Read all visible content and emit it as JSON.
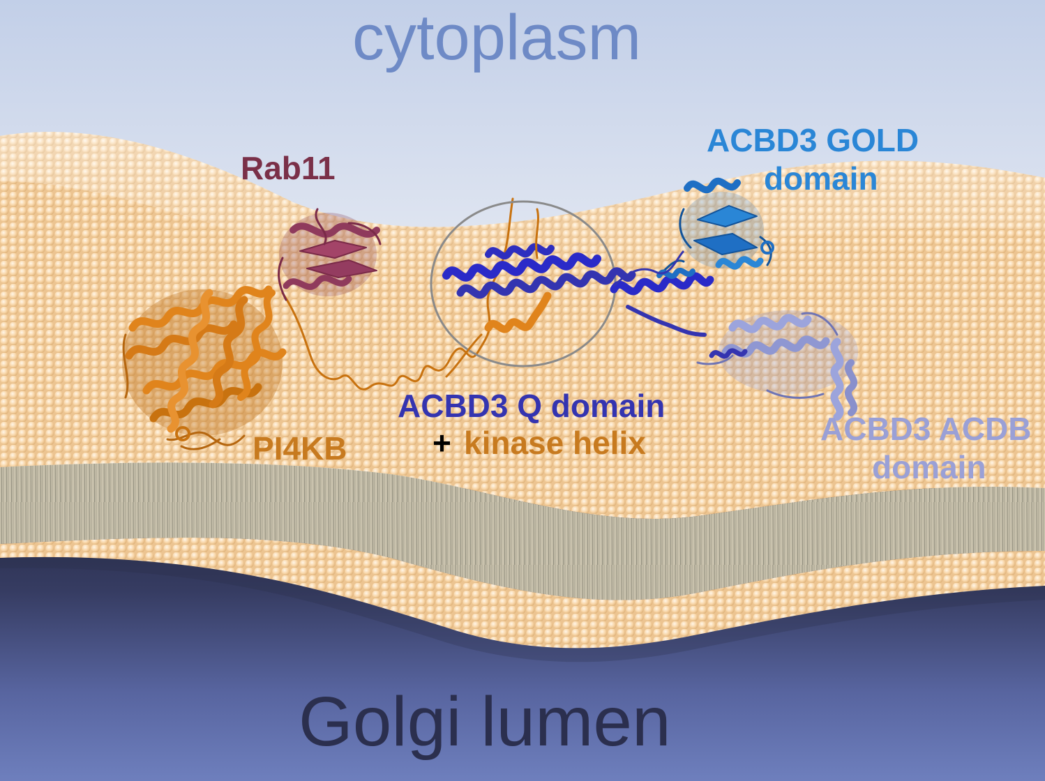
{
  "regions": {
    "top": "cytoplasm",
    "bottom": "Golgi lumen"
  },
  "labels": {
    "rab11": "Rab11",
    "pi4kb": "PI4KB",
    "gold_line1": "ACBD3 GOLD",
    "gold_line2": "domain",
    "q_line1": "ACBD3 Q domain",
    "q_plus": "+",
    "q_line2": "kinase helix",
    "acbd_line1": "ACBD3 ACDB",
    "acbd_line2": "domain"
  },
  "colors": {
    "cytoplasm_text": "#6e8ac6",
    "lumen_text": "#2b2f4e",
    "rab11": "#7a3048",
    "rab11_ribbon": "#8f3a5c",
    "pi4kb": "#c77a1f",
    "pi4kb_ribbon": "#e0841c",
    "gold": "#2a86d6",
    "gold_ribbon": "#1f6fc4",
    "q_domain": "#3434b0",
    "q_ribbon": "#2a2ac8",
    "acbd": "#9aa0d6",
    "acbd_ribbon": "#9ca4dc",
    "membrane_head": "#f7d3a4",
    "membrane_tail": "#9e9a8a"
  }
}
